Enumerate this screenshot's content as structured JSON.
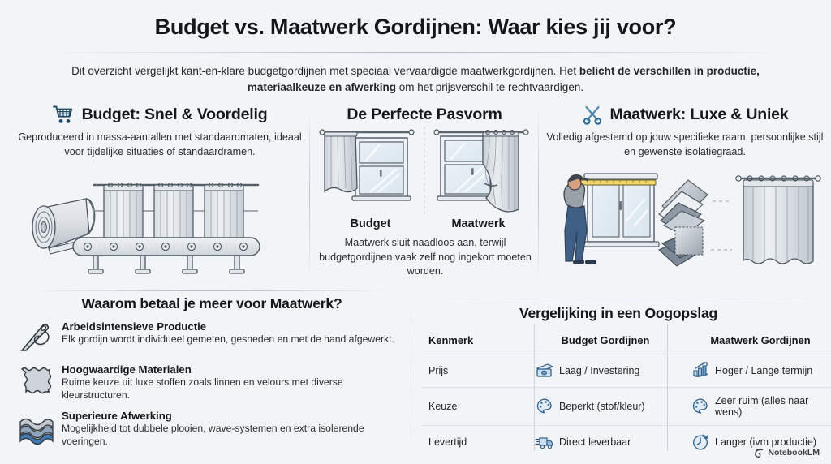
{
  "header": {
    "title": "Budget vs. Maatwerk Gordijnen: Waar kies jij voor?",
    "intro_part1": "Dit overzicht vergelijkt kant-en-klare budgetgordijnen met speciaal vervaardigde maatwerkgordijnen. Het ",
    "intro_bold": "belicht de verschillen in productie, materiaalkeuze en afwerking",
    "intro_part2": " om het prijsverschil te rechtvaardigen."
  },
  "panels": {
    "left": {
      "icon": "shopping-cart-icon",
      "title": "Budget: Snel & Voordelig",
      "description": "Geproduceerd in massa-aantallen met standaardmaten, ideaal voor tijdelijke situaties of standaardramen.",
      "illustration": "conveyor-belt-mass-production"
    },
    "middle": {
      "title": "De Perfecte Pasvorm",
      "caption_left": "Budget",
      "caption_right": "Maatwerk",
      "footnote": "Maatwerk sluit naadloos aan, terwijl budgetgordijnen vaak zelf nog ingekort moeten worden.",
      "illustration": "two-windows-comparison"
    },
    "right": {
      "icon": "scissors-icon",
      "title": "Maatwerk: Luxe & Uniek",
      "description": "Volledig afgestemd op jouw specifieke raam, persoonlijke stijl en gewenste isolatiegraad.",
      "illustration": "person-measuring-window-fabric-swatches-curtain"
    }
  },
  "why_section": {
    "title": "Waarom betaal je meer voor Maatwerk?",
    "features": [
      {
        "icon": "needle-and-thread-icon",
        "heading": "Arbeidsintensieve Productie",
        "text": "Elk gordijn wordt individueel gemeten, gesneden en met de hand afgewerkt."
      },
      {
        "icon": "fabric-swatch-icon",
        "heading": "Hoogwaardige Materialen",
        "text": "Ruime keuze uit luxe stoffen zoals linnen en velours met diverse kleurstructuren."
      },
      {
        "icon": "wave-layers-icon",
        "heading": "Superieure Afwerking",
        "text": "Mogelijkheid tot dubbele plooien, wave-systemen en extra isolerende voeringen."
      }
    ]
  },
  "comparison": {
    "title": "Vergelijking in een Oogopslag",
    "columns": [
      "Kenmerk",
      "Budget Gordijnen",
      "Maatwerk Gordijnen"
    ],
    "rows": [
      {
        "feature": "Prijs",
        "budget_icon": "money-cash-icon",
        "budget": "Laag / Investering",
        "custom_icon": "growth-chart-icon",
        "custom": "Hoger / Lange termijn"
      },
      {
        "feature": "Keuze",
        "budget_icon": "palette-icon",
        "budget": "Beperkt (stof/kleur)",
        "custom_icon": "palette-icon",
        "custom": "Zeer ruim (alles naar wens)"
      },
      {
        "feature": "Levertijd",
        "budget_icon": "delivery-truck-icon",
        "budget": "Direct leverbaar",
        "custom_icon": "clock-icon",
        "custom": "Langer (ivm productie)"
      }
    ]
  },
  "watermark": {
    "icon": "notebooklm-spiral-icon",
    "label": "NotebookLM"
  },
  "colors": {
    "background": "#f2f4f7",
    "text": "#1b1d21",
    "icon_blue": "#5d87ad",
    "icon_dark": "#1f4a63",
    "fabric_gray": "#c9ced4",
    "rule": "#c8ced6",
    "denim": "#3f5f85"
  }
}
